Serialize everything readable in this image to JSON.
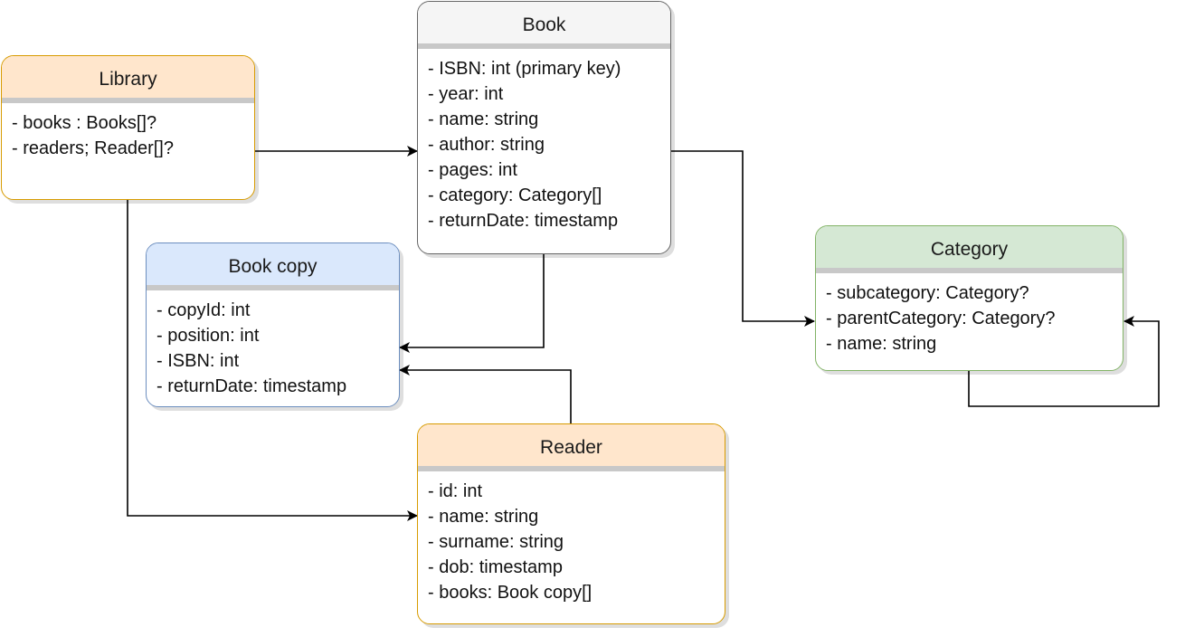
{
  "entities": {
    "library": {
      "title": "Library",
      "fields": [
        "- books : Books[]?",
        "- readers; Reader[]?"
      ],
      "fill": "#ffe6cc",
      "stroke": "#d79b00"
    },
    "book": {
      "title": "Book",
      "fields": [
        "- ISBN: int (primary key)",
        "- year: int",
        "- name: string",
        "- author: string",
        "- pages: int",
        "- category: Category[]",
        "- returnDate: timestamp"
      ],
      "fill": "#f5f5f5",
      "stroke": "#666666"
    },
    "category": {
      "title": "Category",
      "fields": [
        "- subcategory: Category?",
        "- parentCategory: Category?",
        "- name: string"
      ],
      "fill": "#d5e8d4",
      "stroke": "#82b366"
    },
    "book_copy": {
      "title": "Book copy",
      "fields": [
        "- copyId: int",
        "- position: int",
        "- ISBN: int",
        "- returnDate: timestamp"
      ],
      "fill": "#dae8fc",
      "stroke": "#6c8ebf"
    },
    "reader": {
      "title": "Reader",
      "fields": [
        "- id: int",
        "- name: string",
        "- surname: string",
        "- dob: timestamp",
        "- books: Book copy[]"
      ],
      "fill": "#ffe6cc",
      "stroke": "#d79b00"
    }
  },
  "connector_color": "#000000"
}
